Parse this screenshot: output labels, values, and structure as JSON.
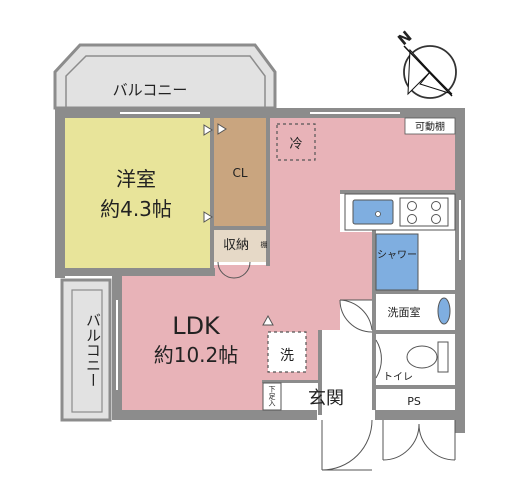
{
  "compass": {
    "label": "N"
  },
  "rooms": {
    "balcony_top": "バルコニー",
    "balcony_left": "バルコニー",
    "western_room_name": "洋室",
    "western_room_size": "約4.3帖",
    "closet": "CL",
    "storage": "収納",
    "storage_small": "棚",
    "fridge": "冷",
    "movable_shelf": "可動棚",
    "ldk_name": "LDK",
    "ldk_size": "約10.2帖",
    "shower": "シャワー",
    "washroom": "洗面室",
    "washer": "洗",
    "entrance": "玄関",
    "shoe_box": "下足入",
    "toilet": "トイレ",
    "ps": "PS"
  },
  "colors": {
    "ldk": "#e8b3b8",
    "western_room": "#e8e49a",
    "closet": "#c9a57f",
    "wall": "#8c8c8c",
    "balcony": "#e2e2e2",
    "water_fixture": "#7faee0"
  }
}
